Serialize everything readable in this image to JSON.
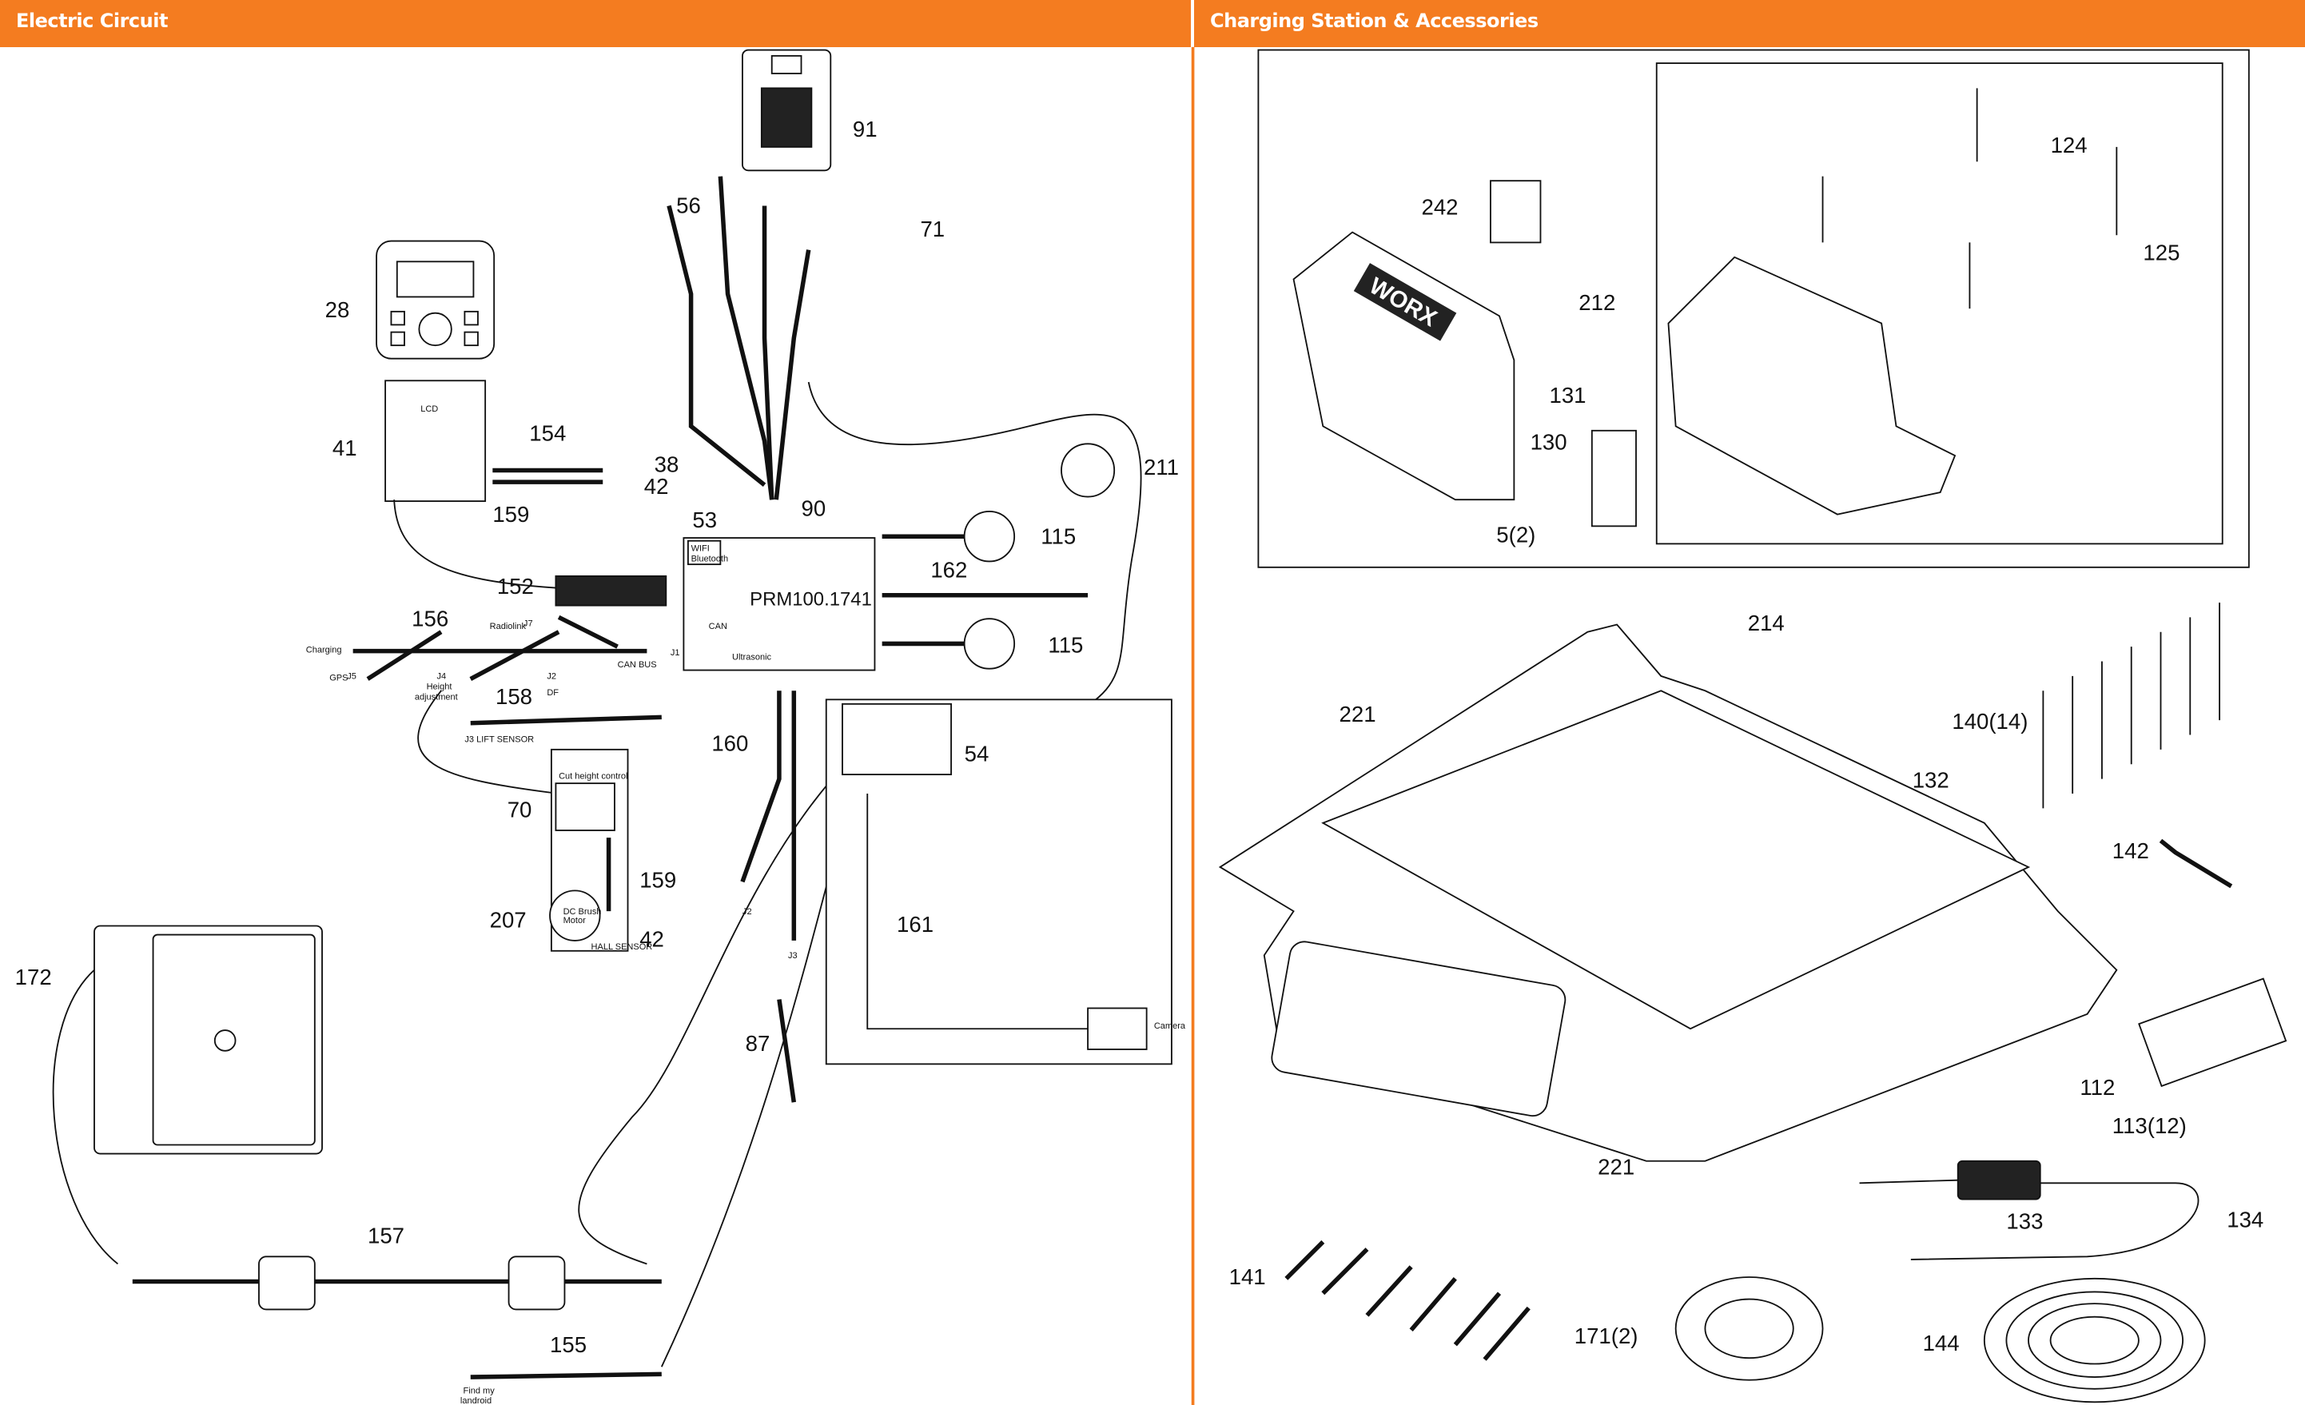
{
  "header": {
    "left_title": "Electric Circuit",
    "right_title": "Charging Station & Accessories",
    "accent_color": "#F47C20"
  },
  "electric_circuit": {
    "main_board": "PRM100.1741",
    "callouts": [
      "91",
      "56",
      "71",
      "28",
      "41",
      "154",
      "38",
      "42",
      "159",
      "53",
      "90",
      "211",
      "115",
      "162",
      "152",
      "156",
      "115",
      "158",
      "160",
      "54",
      "70",
      "159",
      "207",
      "42",
      "161",
      "172",
      "87",
      "157",
      "155"
    ],
    "connector_labels": {
      "charging": "Charging",
      "gps": "GPS",
      "j5": "J5",
      "radiolink": "Radiolink",
      "j7": "J7",
      "j4": "J4",
      "height": "Height",
      "adjustment": "adjustment",
      "df": "DF",
      "j2": "J2",
      "can_bus": "CAN BUS",
      "j1": "J1",
      "can": "CAN",
      "ultrasonic": "Ultrasonic",
      "lift_sensor": "J3 LIFT SENSOR",
      "cut_height": "Cut height control",
      "dc_brush": "DC Brush",
      "motor": "Motor",
      "hall_sensor": "HALL SENSOR",
      "j3": "J3",
      "find_my": "Find my",
      "landroid": "landroid",
      "camera": "Camera",
      "lcd": "LCD",
      "wifi": "WIFI",
      "bluetooth": "Bluetooth"
    }
  },
  "charging_station": {
    "callouts": [
      "242",
      "212",
      "124",
      "125",
      "131",
      "130",
      "5(2)",
      "214",
      "221",
      "140(14)",
      "132",
      "142",
      "112",
      "113(12)",
      "221",
      "133",
      "134",
      "141",
      "171(2)",
      "144"
    ],
    "logo": "WORX"
  }
}
